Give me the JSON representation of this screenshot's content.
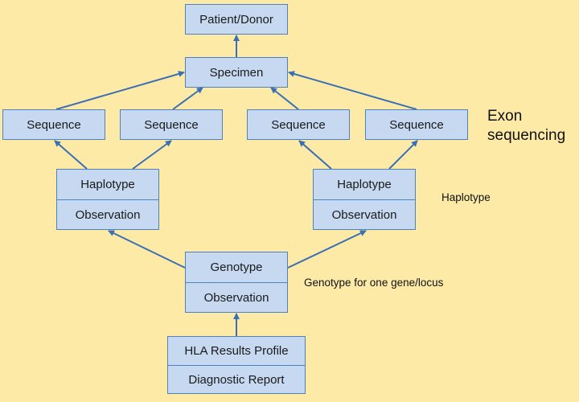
{
  "nodes": {
    "patient": "Patient/Donor",
    "specimen": "Specimen",
    "seq1": "Sequence",
    "seq2": "Sequence",
    "seq3": "Sequence",
    "seq4": "Sequence",
    "hap_left": "Haplotype",
    "obs_left": "Observation",
    "hap_right": "Haplotype",
    "obs_right": "Observation",
    "genotype": "Genotype",
    "genotype_obs": "Observation",
    "hla_profile": "HLA Results Profile",
    "diag_report": "Diagnostic Report"
  },
  "labels": {
    "exon_line1": "Exon",
    "exon_line2": "sequencing",
    "haplotype": "Haplotype",
    "genotype": "Genotype for one gene/locus"
  },
  "edges": [
    [
      "specimen",
      "patient"
    ],
    [
      "seq1",
      "specimen"
    ],
    [
      "seq2",
      "specimen"
    ],
    [
      "seq3",
      "specimen"
    ],
    [
      "seq4",
      "specimen"
    ],
    [
      "hap_left",
      "seq1"
    ],
    [
      "hap_left",
      "seq2"
    ],
    [
      "hap_right",
      "seq3"
    ],
    [
      "hap_right",
      "seq4"
    ],
    [
      "genotype",
      "obs_left"
    ],
    [
      "genotype",
      "obs_right"
    ],
    [
      "hla_profile",
      "genotype_obs"
    ]
  ],
  "colors": {
    "background": "#fdeaa7",
    "box_fill": "#c6d9f1",
    "box_border": "#4f81bd",
    "arrow": "#3a6fb5"
  }
}
